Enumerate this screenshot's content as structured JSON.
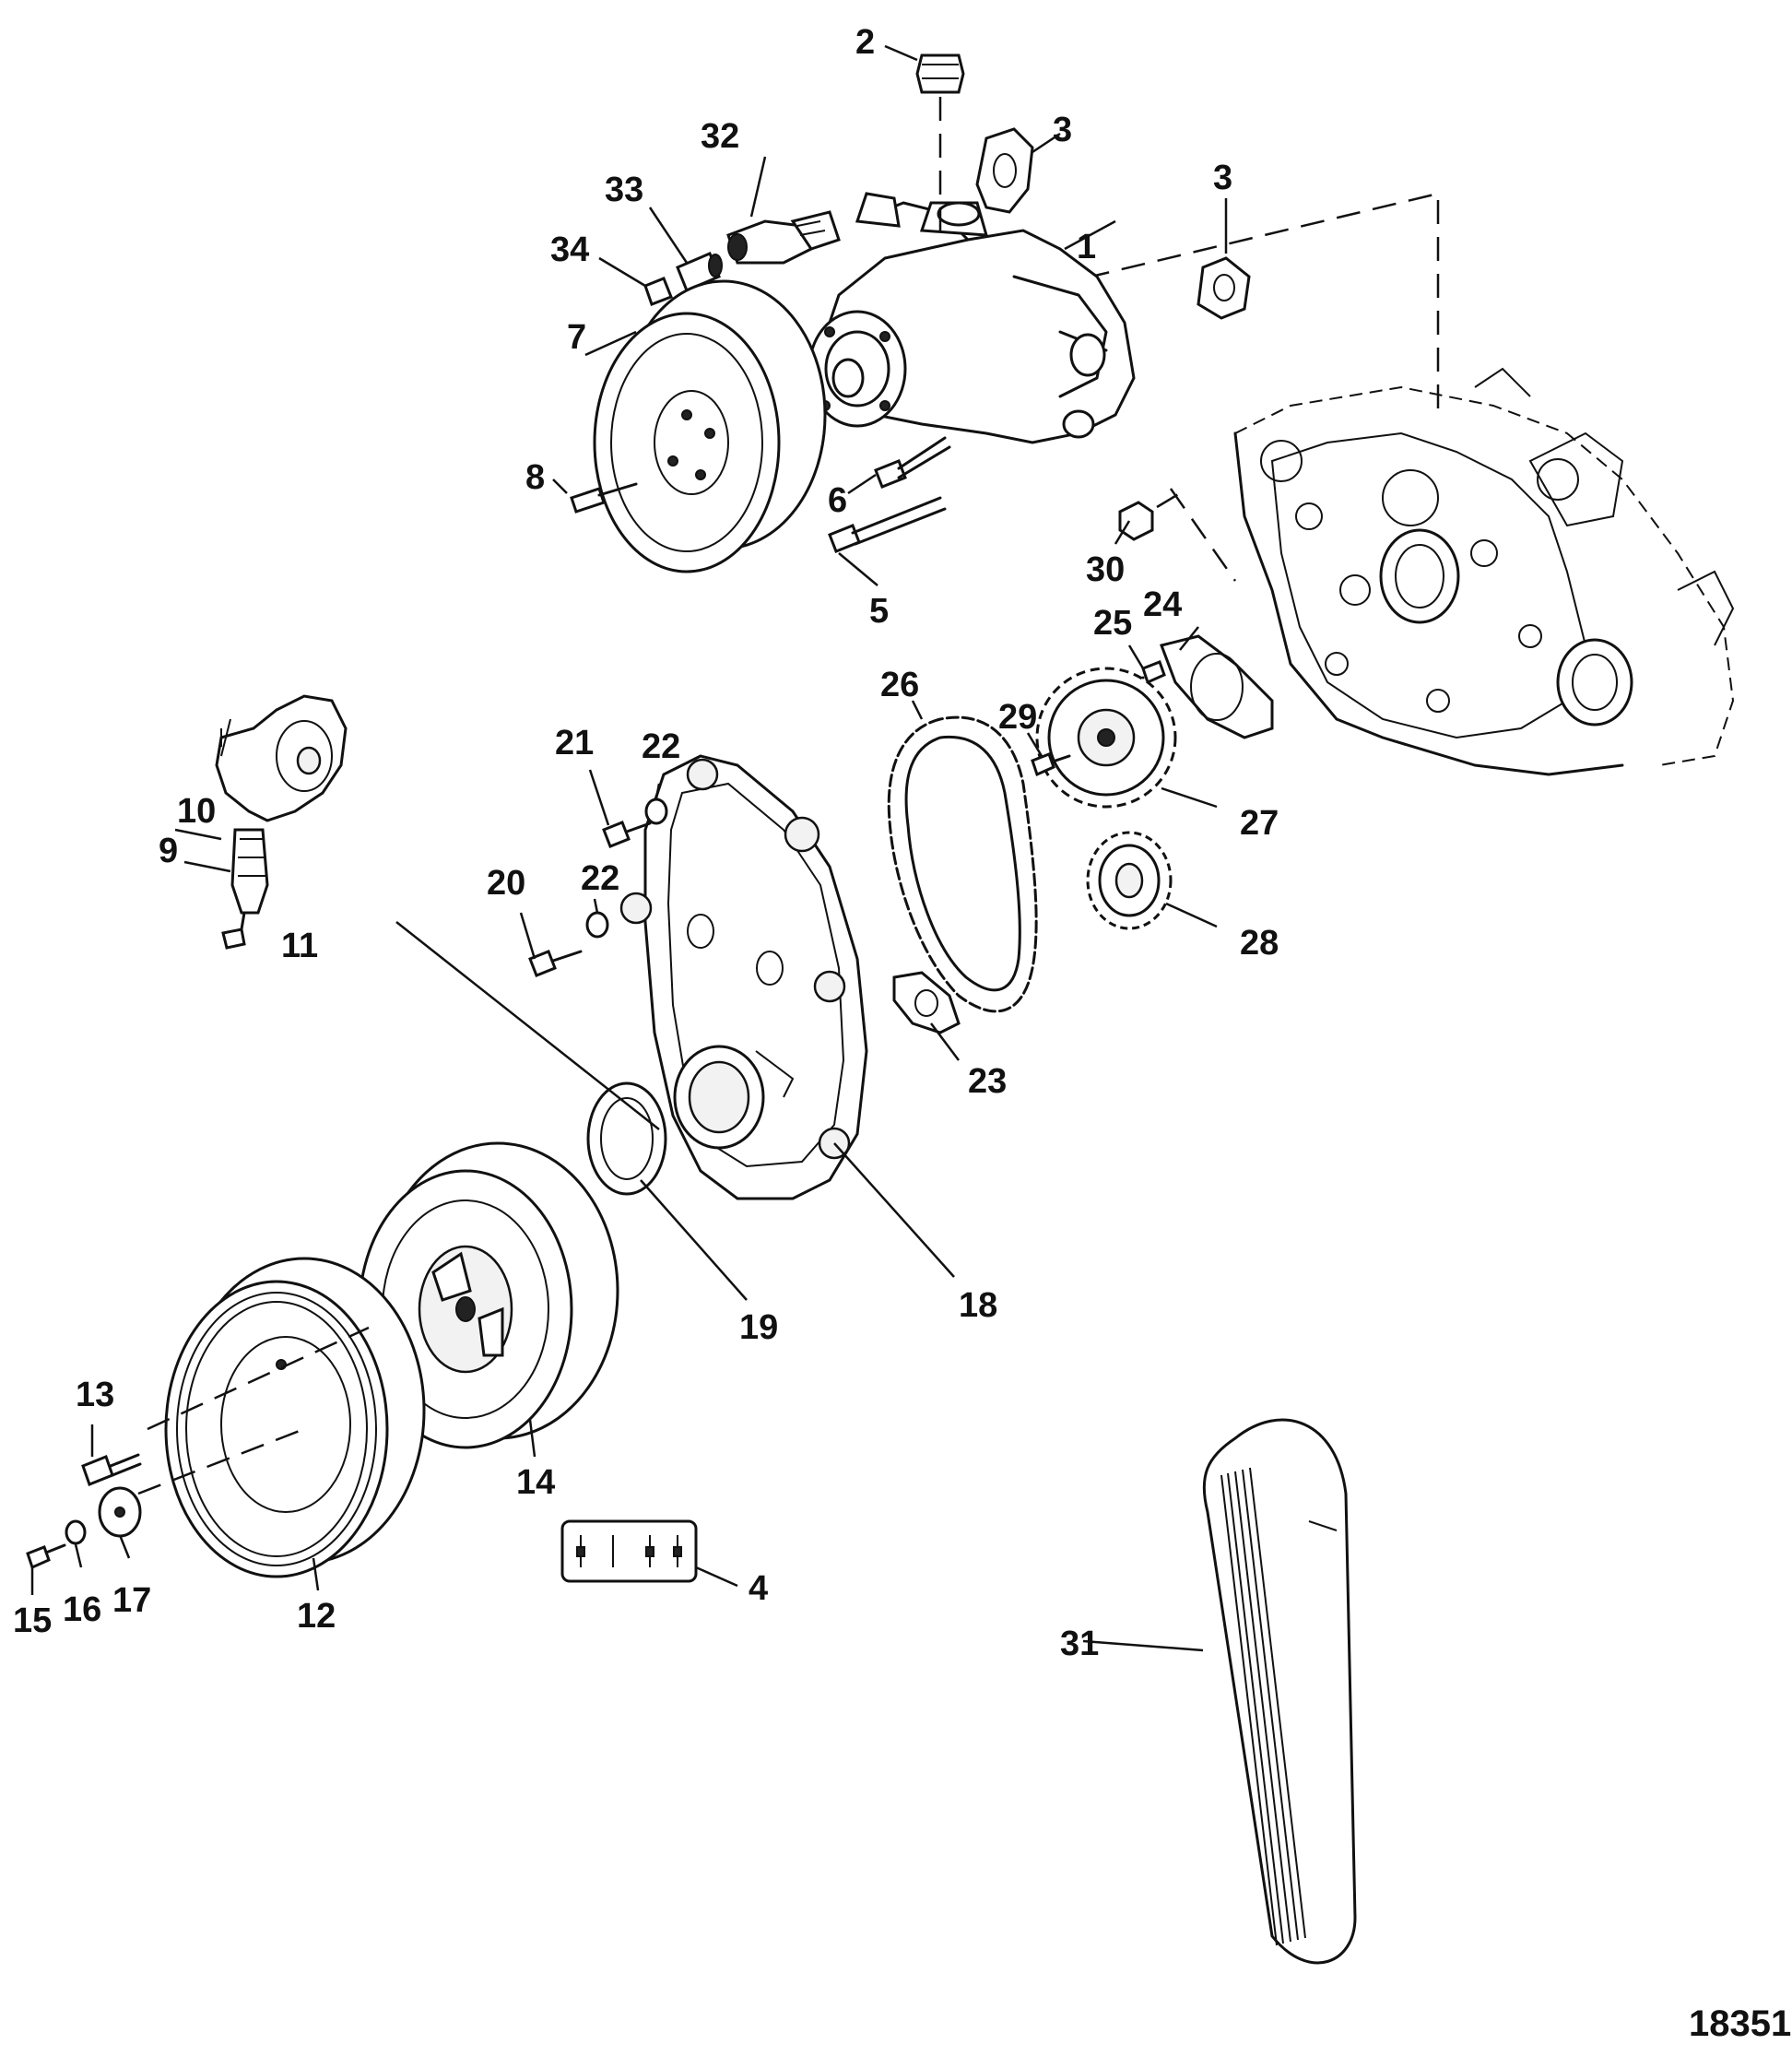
{
  "figure_number": "18351",
  "callouts": [
    {
      "id": "c1",
      "text": "1"
    },
    {
      "id": "c2",
      "text": "2"
    },
    {
      "id": "c3a",
      "text": "3"
    },
    {
      "id": "c3b",
      "text": "3"
    },
    {
      "id": "c4",
      "text": "4"
    },
    {
      "id": "c5",
      "text": "5"
    },
    {
      "id": "c6",
      "text": "6"
    },
    {
      "id": "c7",
      "text": "7"
    },
    {
      "id": "c8",
      "text": "8"
    },
    {
      "id": "c9",
      "text": "9"
    },
    {
      "id": "c10",
      "text": "10"
    },
    {
      "id": "c11",
      "text": "11"
    },
    {
      "id": "c12",
      "text": "12"
    },
    {
      "id": "c13",
      "text": "13"
    },
    {
      "id": "c14",
      "text": "14"
    },
    {
      "id": "c15",
      "text": "15"
    },
    {
      "id": "c16",
      "text": "16"
    },
    {
      "id": "c17",
      "text": "17"
    },
    {
      "id": "c18",
      "text": "18"
    },
    {
      "id": "c19",
      "text": "19"
    },
    {
      "id": "c20",
      "text": "20"
    },
    {
      "id": "c21",
      "text": "21"
    },
    {
      "id": "c22a",
      "text": "22"
    },
    {
      "id": "c22b",
      "text": "22"
    },
    {
      "id": "c23",
      "text": "23"
    },
    {
      "id": "c24",
      "text": "24"
    },
    {
      "id": "c25",
      "text": "25"
    },
    {
      "id": "c26",
      "text": "26"
    },
    {
      "id": "c27",
      "text": "27"
    },
    {
      "id": "c28",
      "text": "28"
    },
    {
      "id": "c29",
      "text": "29"
    },
    {
      "id": "c30",
      "text": "30"
    },
    {
      "id": "c31",
      "text": "31"
    },
    {
      "id": "c32",
      "text": "32"
    },
    {
      "id": "c33",
      "text": "33"
    },
    {
      "id": "c34",
      "text": "34"
    }
  ]
}
